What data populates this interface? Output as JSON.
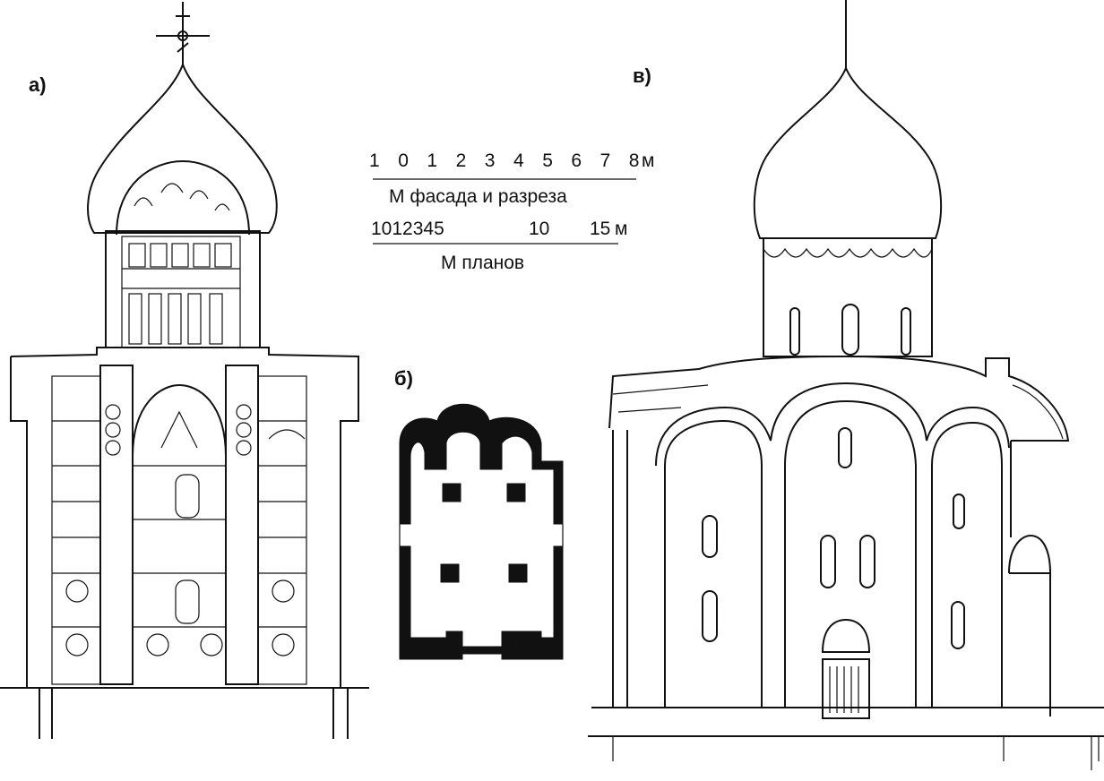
{
  "labels": {
    "a": "а)",
    "b": "б)",
    "v": "в)"
  },
  "scale_facade": {
    "ticks": [
      "1",
      "0",
      "1",
      "2",
      "3",
      "4",
      "5",
      "6",
      "7",
      "8"
    ],
    "unit": "м",
    "caption": "М фасада и разреза"
  },
  "scale_plan": {
    "ticks_left": "1012345",
    "tick_10": "10",
    "tick_15": "15",
    "unit": "м",
    "caption": "М планов"
  },
  "colors": {
    "ink": "#111111",
    "paper": "#ffffff"
  }
}
